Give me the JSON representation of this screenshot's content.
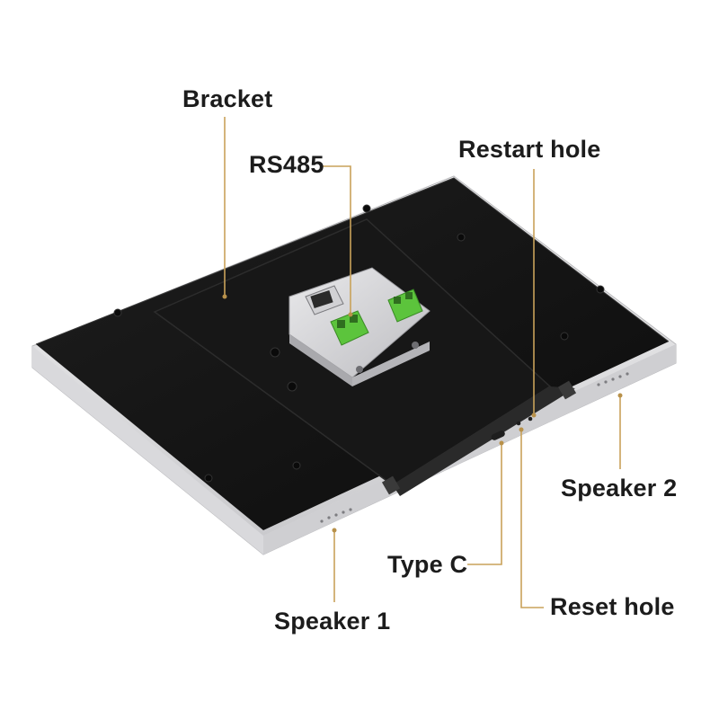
{
  "colors": {
    "leader_line": "#c9a25a",
    "leader_dot": "#b8914a",
    "panel_black": "#141414",
    "aluminum": "#dcdcde",
    "terminal_green": "#5cc43c"
  },
  "labels": {
    "bracket": "Bracket",
    "rs485": "RS485",
    "restart_hole": "Restart hole",
    "speaker_2": "Speaker 2",
    "type_c": "Type C",
    "reset_hole": "Reset hole",
    "speaker_1": "Speaker 1"
  }
}
